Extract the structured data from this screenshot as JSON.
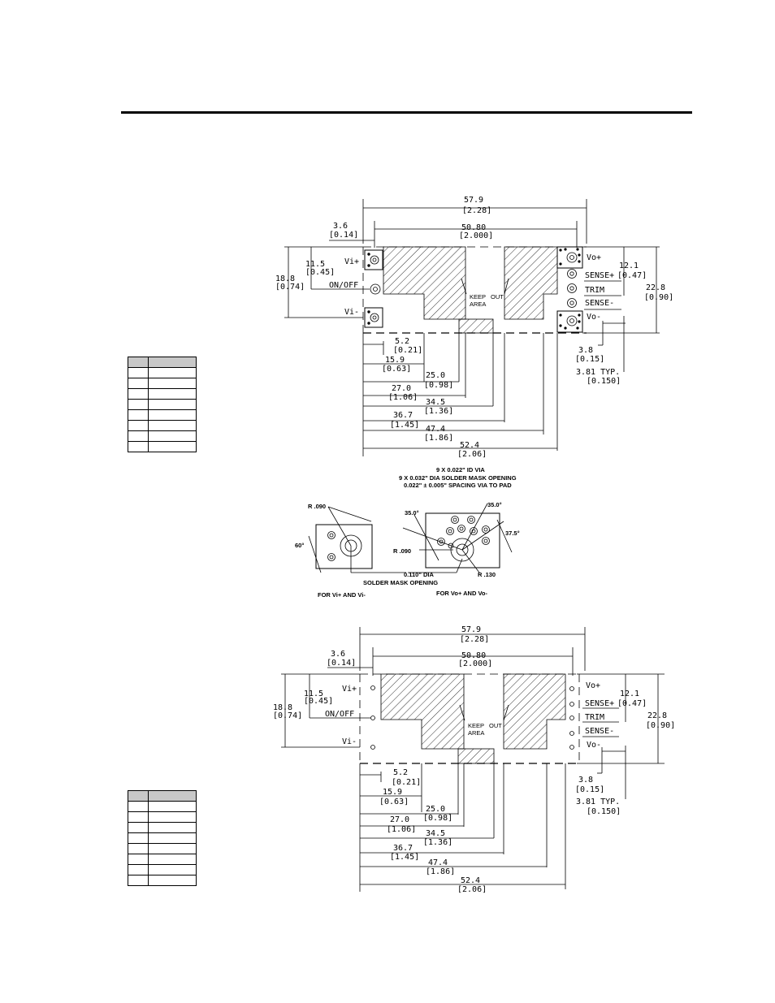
{
  "drawing_top": {
    "overall_width": "57.9",
    "overall_width_in": "[2.28]",
    "pin_offset": "3.6",
    "pin_offset_in": "[0.14]",
    "pin_span": "50.80",
    "pin_span_in": "[2.000]",
    "left_height": "18.8",
    "left_height_in": "[0.74]",
    "left_pin_y": "11.5",
    "left_pin_y_in": "[0.45]",
    "right_pin_y": "12.1",
    "right_pin_y_in": "[0.47]",
    "total_height": "22.8",
    "total_height_in": "[0.90]",
    "pin_labels": {
      "vi_plus": "Vi+",
      "on_off": "ON/OFF",
      "vi_minus": "Vi-",
      "vo_plus": "Vo+",
      "sense_plus": "SENSE+",
      "trim": "TRIM",
      "sense_minus": "SENSE-",
      "vo_minus": "Vo-"
    },
    "keep_out": [
      "KEEP",
      "OUT",
      "AREA"
    ],
    "dims_bottom": [
      {
        "v": "5.2",
        "i": "[0.21]"
      },
      {
        "v": "15.9",
        "i": "[0.63]"
      },
      {
        "v": "25.0",
        "i": "[0.98]"
      },
      {
        "v": "27.0",
        "i": "[1.06]"
      },
      {
        "v": "34.5",
        "i": "[1.36]"
      },
      {
        "v": "36.7",
        "i": "[1.45]"
      },
      {
        "v": "47.4",
        "i": "[1.86]"
      },
      {
        "v": "52.4",
        "i": "[2.06]"
      }
    ],
    "dim_38": "3.8",
    "dim_38_in": "[0.15]",
    "dim_typ": "3.81  TYP.",
    "dim_typ_in": "[0.150]"
  },
  "detail": {
    "via_line1": "9 X 0.022\" ID VIA",
    "via_line2": "9 X 0.032\" DIA SOLDER MASK OPENING",
    "via_line3": "0.022\" ± 0.005\" SPACING VIA TO PAD",
    "r090": "R .090",
    "angle60": "60°",
    "angle35a": "35.0°",
    "angle35b": "35.0°",
    "angle375": "37.5°",
    "r130": "R .130",
    "mask1": "0.110\" DIA",
    "mask2": "SOLDER MASK OPENING",
    "caption_left": "FOR Vi+ AND Vi-",
    "caption_right": "FOR Vo+ AND Vo-"
  }
}
